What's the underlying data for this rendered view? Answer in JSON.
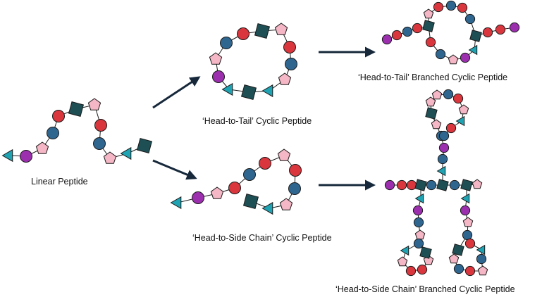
{
  "labels": {
    "linear": "Linear Peptide",
    "head_to_tail": "‘Head-to-Tail’ Cyclic Peptide",
    "head_to_side": "‘Head-to-Side Chain’ Cyclic Peptide",
    "htt_branched": "‘Head-to-Tail’ Branched Cyclic Peptide",
    "hts_branched": "‘Head-to-Side Chain’ Branched Cyclic Peptide"
  },
  "colors": {
    "red_circle": "#d9363e",
    "blue_circle": "#2f6690",
    "purple_circle": "#9b2fae",
    "pink_pentagon": "#f5b7c6",
    "teal_triangle": "#1fa3b3",
    "dark_square": "#1e4f55",
    "arrow": "#16283a"
  },
  "legend_shapes": [
    "circle",
    "pentagon",
    "triangle",
    "square"
  ]
}
